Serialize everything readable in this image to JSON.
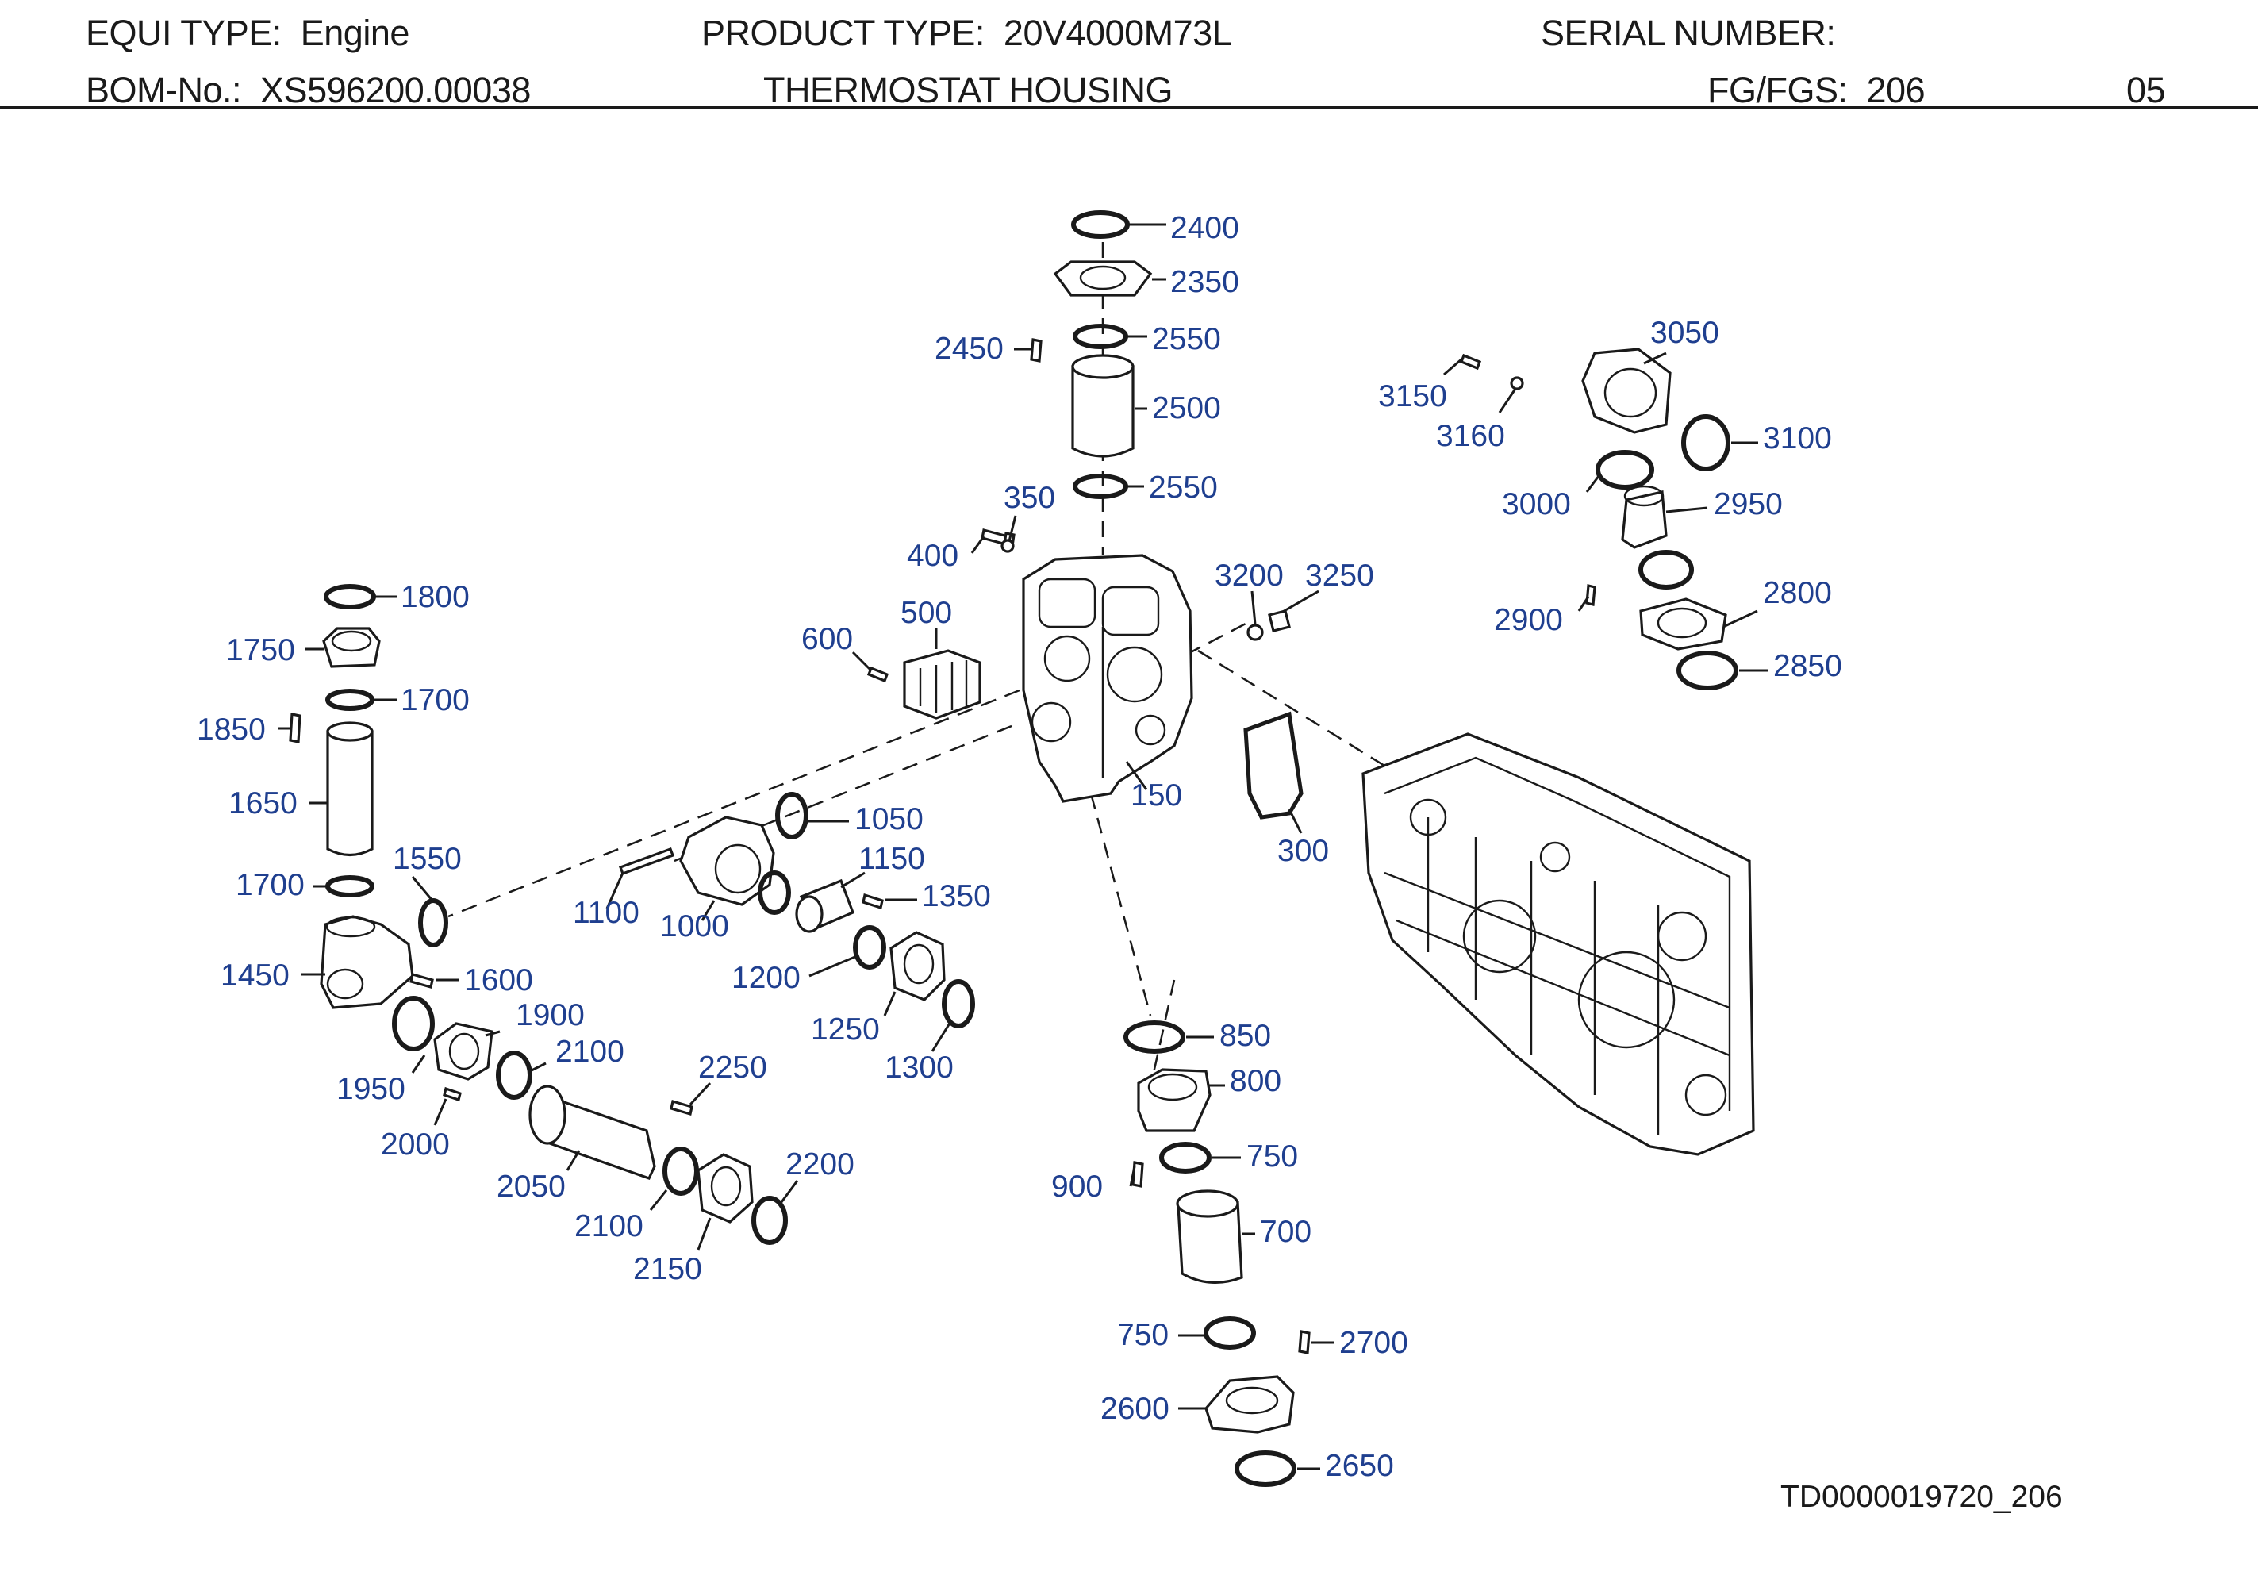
{
  "header": {
    "equi_type_label": "EQUI TYPE:",
    "equi_type_value": "Engine",
    "product_type_label": "PRODUCT TYPE:",
    "product_type_value": "20V4000M73L",
    "serial_number_label": "SERIAL NUMBER:",
    "bom_label": "BOM-No.:",
    "bom_value": "XS596200.00038",
    "title": "THERMOSTAT HOUSING",
    "fg_label": "FG/FGS:",
    "fg_value": "206",
    "sheet": "05"
  },
  "document_id": "TD0000019720_206",
  "colors": {
    "label": "#1f3f8f",
    "line": "#1a1a1a",
    "background": "#ffffff"
  },
  "callouts": [
    "2400",
    "2350",
    "2450",
    "2550",
    "2500",
    "2550",
    "350",
    "400",
    "500",
    "600",
    "3200",
    "3250",
    "150",
    "300",
    "3150",
    "3160",
    "3050",
    "3100",
    "3000",
    "2950",
    "2900",
    "2800",
    "2850",
    "1800",
    "1750",
    "1700",
    "1850",
    "1650",
    "1550",
    "1700",
    "1450",
    "1600",
    "1100",
    "1000",
    "1050",
    "1150",
    "1350",
    "1200",
    "1250",
    "1300",
    "1900",
    "2100",
    "1950",
    "2000",
    "2050",
    "2250",
    "2200",
    "2100",
    "2150",
    "850",
    "800",
    "900",
    "750",
    "700",
    "750",
    "2700",
    "2600",
    "2650"
  ]
}
